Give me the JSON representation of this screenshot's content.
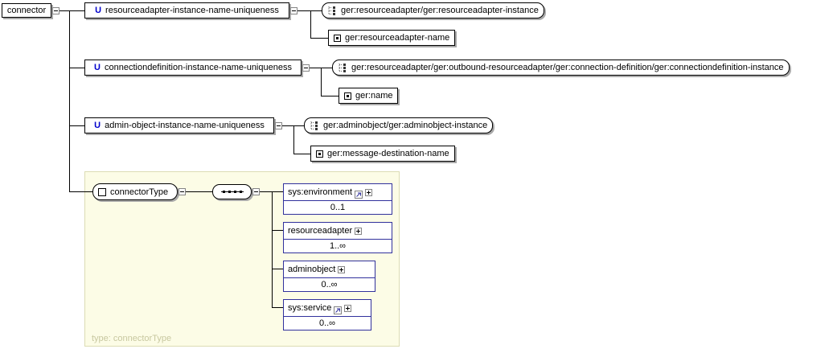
{
  "root": {
    "label": "connector"
  },
  "constraints": [
    {
      "badge": "U",
      "label": "resourceadapter-instance-name-uniqueness",
      "selector": "ger:resourceadapter/ger:resourceadapter-instance",
      "field": "ger:resourceadapter-name"
    },
    {
      "badge": "U",
      "label": "connectiondefinition-instance-name-uniqueness",
      "selector": "ger:resourceadapter/ger:outbound-resourceadapter/ger:connection-definition/ger:connectiondefinition-instance",
      "field": "ger:name"
    },
    {
      "badge": "U",
      "label": "admin-object-instance-name-uniqueness",
      "selector": "ger:adminobject/ger:adminobject-instance",
      "field": "ger:message-destination-name"
    }
  ],
  "type_panel": {
    "type_name": "connectorType",
    "footer": "type: connectorType",
    "children": [
      {
        "label": "sys:environment",
        "cardinality": "0..1"
      },
      {
        "label": "resourceadapter",
        "cardinality": "1..∞"
      },
      {
        "label": "adminobject",
        "cardinality": "0..∞"
      },
      {
        "label": "sys:service",
        "cardinality": "0..∞"
      }
    ]
  },
  "icons": {
    "collapse_toggle": "minus-box",
    "expand_toggle": "plus-box",
    "unique_constraint": "U",
    "selector": "xpath-selector-tree",
    "field": "square-with-dot",
    "sequence": "dotted-line-sequence",
    "reference": "arrow-up-right",
    "complex_type": "square-outline"
  },
  "colors": {
    "badge_blue": "#0000cc",
    "panel_background": "#fcfce6",
    "panel_border": "#dcdcb4",
    "element_border": "#31319c",
    "box_shadow": "#a9a9a9",
    "footer_text": "#c8c8a0"
  }
}
